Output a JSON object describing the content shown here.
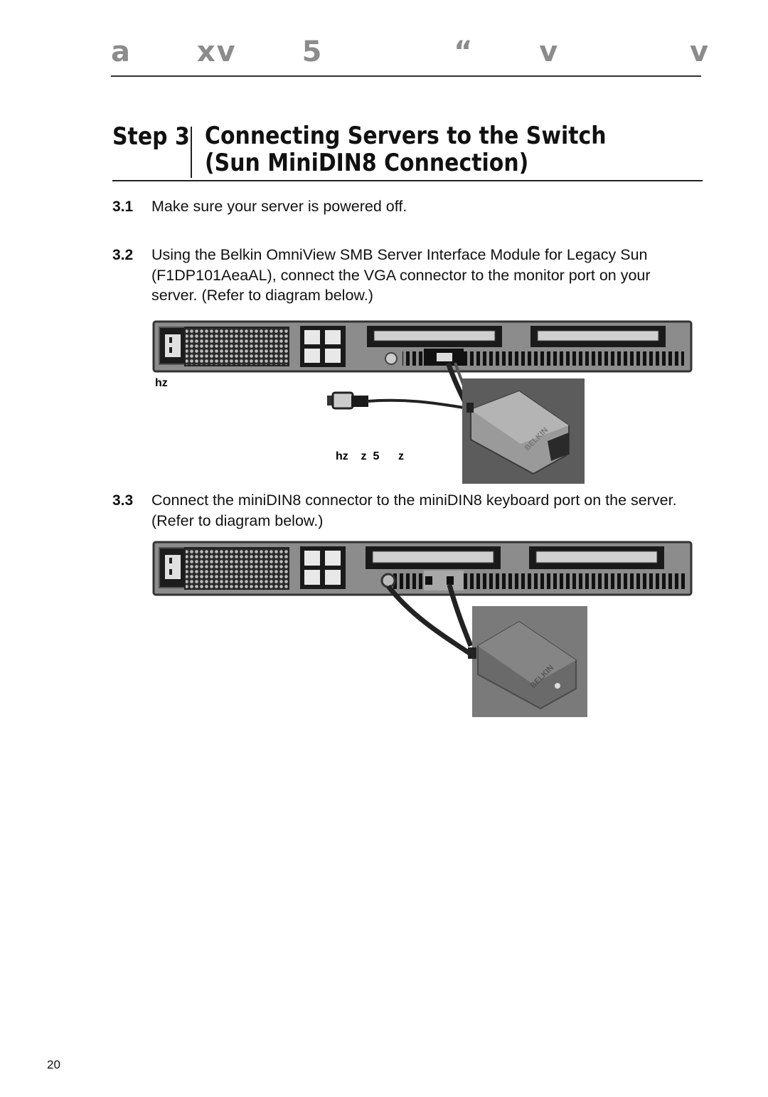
{
  "header": {
    "title": "a  xv  5    “  v    v"
  },
  "step": {
    "label": "Step 3",
    "title_line1": "Connecting Servers to the Switch",
    "title_line2": "(Sun MiniDIN8 Connection)"
  },
  "items": [
    {
      "num": "3.1",
      "text": "Make sure your server is powered off."
    },
    {
      "num": "3.2",
      "text": "Using the Belkin OmniView SMB Server Interface Module for Legacy Sun (F1DP101AeaAL), connect the VGA connector to the monitor port on your server. (Refer to diagram below.)"
    },
    {
      "num": "3.3",
      "text": "Connect the miniDIN8 connector to the miniDIN8 keyboard port on the server. (Refer to diagram below.)"
    }
  ],
  "diagram1": {
    "label_left": "hz",
    "label_bottom": "hz    z  5      z",
    "module_logo": "BELKIN"
  },
  "diagram2": {
    "module_logo": "BELKIN"
  },
  "page_number": "20"
}
